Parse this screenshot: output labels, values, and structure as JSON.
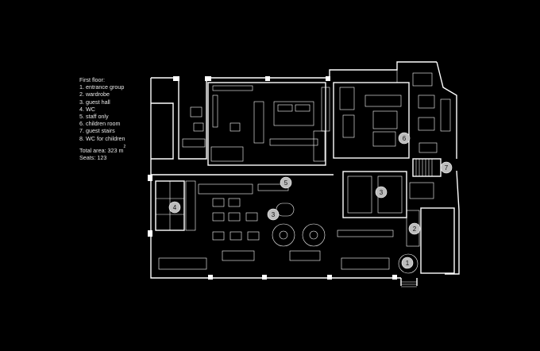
{
  "legend": {
    "title": "First floor:",
    "items": [
      "1. entrance group",
      "2. wardrobe",
      "3. guest hall",
      "4. WC",
      "5. staff only",
      "6. children room",
      "7. guest stairs",
      "8. WC for children"
    ],
    "total_area_label": "Total area: 323 m",
    "area_unit_sup": "2",
    "seats": "Seats: 123"
  },
  "plan_markers": [
    "1",
    "2",
    "3",
    "3",
    "4",
    "5",
    "6",
    "7"
  ],
  "colors": {
    "background": "#000000",
    "lines": "#ffffff",
    "marker_fill": "#bdbdbd"
  }
}
